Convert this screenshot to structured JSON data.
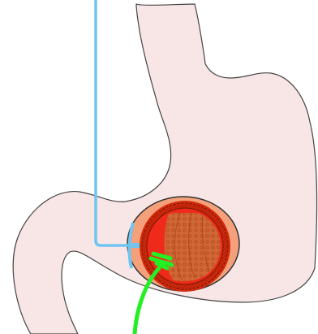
{
  "figure": {
    "labels": [],
    "colors": {
      "stomach_fill": "#f8e6e6",
      "stomach_outline": "#444444",
      "cavity_fill": "#f4a17b",
      "lesion_outer": "#d42a0c",
      "lesion_ring": "#c8200a",
      "lesion_core": "#ef2a1a",
      "lesion_dome": "#c9733c",
      "lesion_texture": "#b8461b",
      "tube_color": "#6fc6f2",
      "probe_color": "#22f022"
    },
    "parts": [
      "stomach-outline",
      "tumor-cavity",
      "lesion",
      "endoscope-tube",
      "probe-wire"
    ]
  }
}
